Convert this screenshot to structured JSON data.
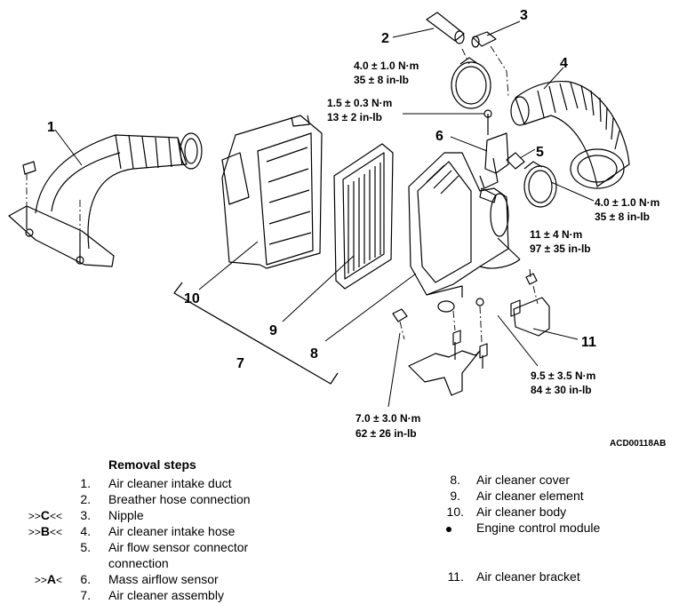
{
  "diagram": {
    "part_labels": [
      "1",
      "2",
      "3",
      "4",
      "5",
      "6",
      "7",
      "8",
      "9",
      "10",
      "11"
    ],
    "torques": {
      "t_clamp_2_3": [
        "4.0 ± 1.0 N·m",
        "35 ± 8 in-lb"
      ],
      "t_bolt_6": [
        "1.5 ± 0.3 N·m",
        "13 ± 2 in-lb"
      ],
      "t_clamp_4": [
        "4.0 ± 1.0 N·m",
        "35 ± 8 in-lb"
      ],
      "t_bolt_11": [
        "11 ± 4 N·m",
        "97 ± 35 in-lb"
      ],
      "t_bolt_bracket": [
        "9.5 ± 3.5 N·m",
        "84 ± 30 in-lb"
      ],
      "t_nut_8": [
        "7.0 ± 3.0 N·m",
        "62 ± 26 in-lb"
      ]
    },
    "figure_code": "ACD00118AB"
  },
  "steps": {
    "heading": "Removal steps",
    "left": [
      {
        "marker_prefix": "",
        "marker_letter": "",
        "marker_suffix": "",
        "no": "1.",
        "text": "Air cleaner intake duct"
      },
      {
        "marker_prefix": "",
        "marker_letter": "",
        "marker_suffix": "",
        "no": "2.",
        "text": "Breather hose connection"
      },
      {
        "marker_prefix": ">>",
        "marker_letter": "C",
        "marker_suffix": "<<",
        "no": "3.",
        "text": "Nipple"
      },
      {
        "marker_prefix": ">>",
        "marker_letter": "B",
        "marker_suffix": "<<",
        "no": "4.",
        "text": "Air cleaner intake hose"
      },
      {
        "marker_prefix": "",
        "marker_letter": "",
        "marker_suffix": "",
        "no": "5.",
        "text": "Air flow sensor connector"
      },
      {
        "marker_prefix": "",
        "marker_letter": "",
        "marker_suffix": "",
        "no": "",
        "text": "connection"
      },
      {
        "marker_prefix": ">>",
        "marker_letter": "A",
        "marker_suffix": "<",
        "no": "6.",
        "text": "Mass airflow sensor"
      },
      {
        "marker_prefix": "",
        "marker_letter": "",
        "marker_suffix": "",
        "no": "7.",
        "text": "Air cleaner assembly"
      }
    ],
    "right": [
      {
        "no": "8.",
        "text": "Air cleaner cover"
      },
      {
        "no": "9.",
        "text": "Air cleaner element"
      },
      {
        "no": "10.",
        "text": "Air cleaner body"
      },
      {
        "no": "",
        "text": "Engine control module"
      },
      {
        "no": "11.",
        "text": "Air cleaner bracket"
      }
    ]
  }
}
